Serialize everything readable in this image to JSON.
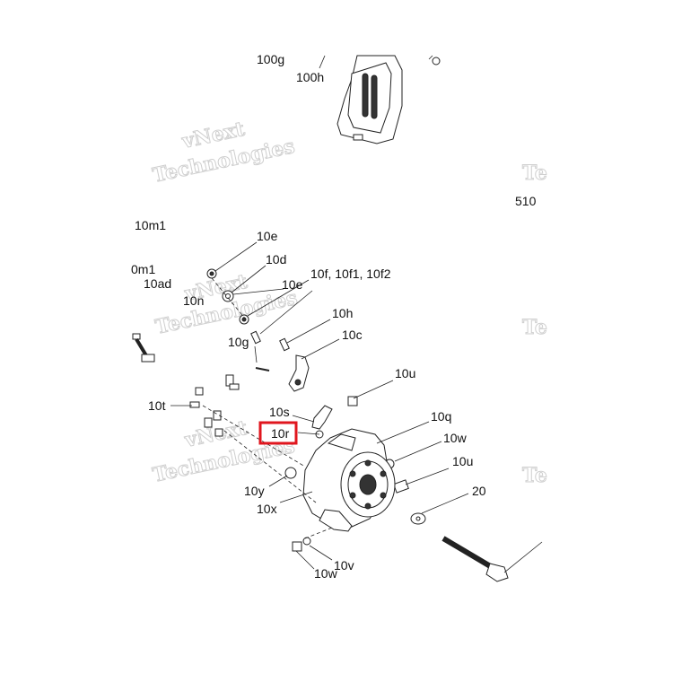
{
  "watermark": {
    "line1": "vNext",
    "line2": "Technologies",
    "edge_fragment": "Te"
  },
  "highlighted_label": "10r",
  "highlight_color": "#e0161e",
  "callouts": {
    "l100g": "100g",
    "l100h": "100h",
    "l510": "510",
    "l10m1": "10m1",
    "l0m1": "0m1",
    "l10ad": "10ad",
    "l10e_a": "10e",
    "l10d": "10d",
    "l10f": "10f, 10f1, 10f2",
    "l10e_b": "10e",
    "l10n": "10n",
    "l10h": "10h",
    "l10g": "10g",
    "l10c": "10c",
    "l10u_a": "10u",
    "l10t": "10t",
    "l10s": "10s",
    "l10q": "10q",
    "l10r": "10r",
    "l10w_a": "10w",
    "l10u_b": "10u",
    "l10y": "10y",
    "l20": "20",
    "l10x": "10x",
    "l10v": "10v",
    "l10w_b": "10w"
  }
}
